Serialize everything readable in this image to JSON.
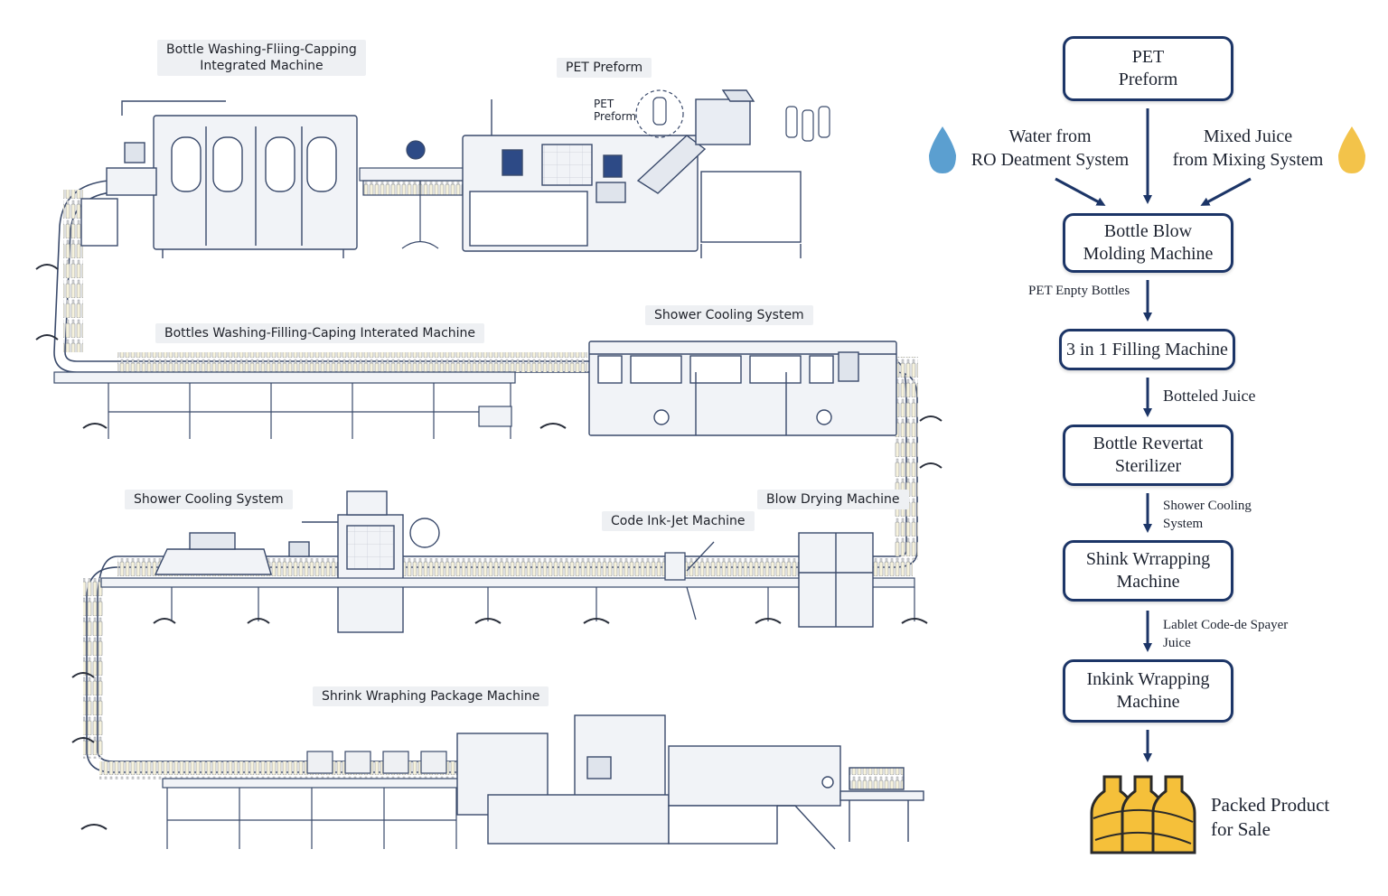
{
  "line_labels": {
    "washing_filling_capping": "Bottle Washing-Fliing-Capping\nIntegrated Machine",
    "pet_preform": "PET Preform",
    "pet_preform_small": "PET\nPreform",
    "bottles_washing_line": "Bottles Washing-Fillinɡ-Caping Interated Machine",
    "shower_cooling_top": "Shower Cooling System",
    "shower_cooling_left": "Shower Cooling System",
    "blow_drying": "Blow Drying Machine",
    "code_inkjet": "Code Ink-Jet Machine",
    "shrink_wrapping": "Shrink Wraphing Package Machine"
  },
  "flowchart": {
    "steps": [
      {
        "id": "pet-preform",
        "label": "PET\nPreform"
      },
      {
        "id": "blow-molding",
        "label": "Bottle Blow\nMolding Machine"
      },
      {
        "id": "filling",
        "label": "3 in 1 Filling Machine"
      },
      {
        "id": "sterilizer",
        "label": "Bottle Revertat\nSterilizer"
      },
      {
        "id": "shrink-wrapping",
        "label": "Shink Wrrapping\nMachine"
      },
      {
        "id": "inkink-wrapping",
        "label": "Inkink Wrapping\nMachine"
      }
    ],
    "inputs": {
      "water": "Water from\nRO Deatment System",
      "juice": "Mixed Juice\nfrom Mixing System"
    },
    "edge_labels": {
      "after_blow": "PET Enpty Bottles",
      "after_filling": "Botteled Juice",
      "after_sterilizer": "Shower Cooling\nSystem",
      "after_shrink": "Lablet Code-de Spayer\nJuice"
    },
    "final": "Packed Product\nfor Sale"
  },
  "colors": {
    "navy": "#1c3567",
    "line": "#3a4a6b",
    "machine_fill": "#f1f3f7",
    "water_drop": "#5b9fd0",
    "juice_drop": "#f3c34a",
    "bottle_fill": "#f5c03a",
    "bottle_outline": "#2a2a2a"
  },
  "icons": [
    "water-drop-icon",
    "juice-drop-icon",
    "packed-bottles-icon"
  ]
}
